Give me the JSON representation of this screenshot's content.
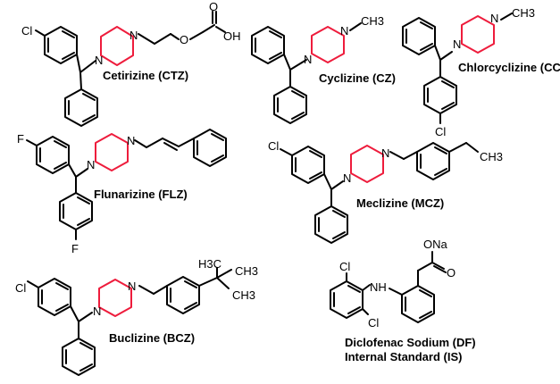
{
  "highlight_color": "#ee1c3c",
  "bond_color": "#000000",
  "compounds": {
    "cetirizine": {
      "name": "Cetirizine (CTZ)",
      "cl": "Cl",
      "n1": "N",
      "n2": "N",
      "o": "O",
      "o2": "O",
      "oh": "OH"
    },
    "cyclizine": {
      "name": "Cyclizine (CZ)",
      "n1": "N",
      "n2": "N",
      "ch3": "CH3"
    },
    "chlorcyclizine": {
      "name": "Chlorcyclizine (CCZ)",
      "n1": "N",
      "n2": "N",
      "ch3": "CH3",
      "cl": "Cl"
    },
    "flunarizine": {
      "name": "Flunarizine (FLZ)",
      "f1": "F",
      "f2": "F",
      "n1": "N",
      "n2": "N"
    },
    "meclizine": {
      "name": "Meclizine (MCZ)",
      "cl": "Cl",
      "n1": "N",
      "n2": "N",
      "ch3": "CH3"
    },
    "buclizine": {
      "name": "Buclizine (BCZ)",
      "cl": "Cl",
      "n1": "N",
      "n2": "N",
      "h3c": "H3C",
      "ch3a": "CH3",
      "ch3b": "CH3"
    },
    "diclofenac": {
      "name": "Diclofenac Sodium (DF)",
      "name2": "Internal Standard (IS)",
      "ona": "ONa",
      "o": "O",
      "nh": "NH",
      "cl1": "Cl",
      "cl2": "Cl"
    }
  }
}
